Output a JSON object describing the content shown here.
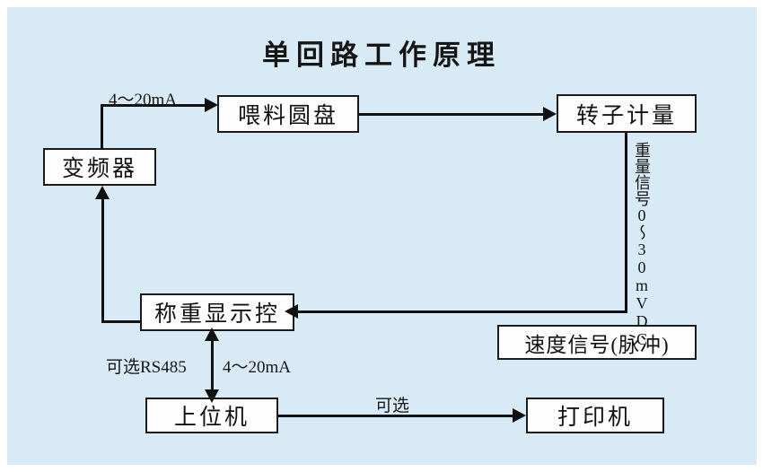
{
  "diagram": {
    "title": "单回路工作原理",
    "accent_bg": "#d9eaf7",
    "line_color": "#111111",
    "box_fill": "#fdfdfd",
    "nodes": [
      {
        "id": "inverter",
        "label": "变频器"
      },
      {
        "id": "feed-disc",
        "label": "喂料圆盘"
      },
      {
        "id": "rotor-metering",
        "label": "转子计量"
      },
      {
        "id": "weigh-display",
        "label": "称重显示控"
      },
      {
        "id": "speed-signal",
        "label": "速度信号(脉冲)"
      },
      {
        "id": "host-computer",
        "label": "上位机"
      },
      {
        "id": "printer",
        "label": "打印机"
      }
    ],
    "edge_labels": [
      {
        "id": "inverter-to-feed-disc",
        "text": "4～20mA"
      },
      {
        "id": "weight-signal-vertical",
        "text": "重量信号0～30mVDC"
      },
      {
        "id": "rs485-option",
        "text": "可选RS485"
      },
      {
        "id": "host-link-current",
        "text": "4～20mA"
      },
      {
        "id": "printer-option",
        "text": "可选"
      }
    ]
  }
}
